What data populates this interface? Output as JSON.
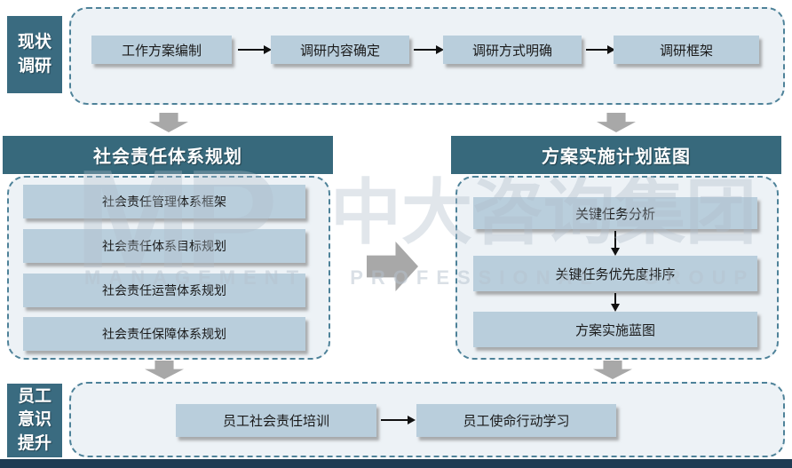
{
  "palette": {
    "section_teal": "#3A6B80",
    "header_teal": "#37697C",
    "box_fill": "#B9CEDC",
    "container_bg": "#EDF2F6",
    "dash_border": "#4E8299",
    "arrow_gray": "#A8A8A8",
    "thin_arrow": "#111111",
    "bottom_bar": "#1F3B53"
  },
  "survey": {
    "label": "现状\n调研",
    "steps": [
      "工作方案编制",
      "调研内容确定",
      "调研方式明确",
      "调研框架"
    ]
  },
  "planning": {
    "title": "社会责任体系规划",
    "items": [
      "社会责任管理体系框架",
      "社会责任体系目标规划",
      "社会责任运营体系规划",
      "社会责任保障体系规划"
    ]
  },
  "blueprint": {
    "title": "方案实施计划蓝图",
    "items": [
      "关键任务分析",
      "关键任务优先度排序",
      "方案实施蓝图"
    ]
  },
  "awareness": {
    "label": "员工\n意识\n提升",
    "steps": [
      "员工社会责任培训",
      "员工使命行动学习"
    ]
  },
  "watermark": {
    "logo": "MP",
    "cn": "中大咨询集团",
    "en": "MANAGEMENT PROFESSIONAL GROUP"
  }
}
